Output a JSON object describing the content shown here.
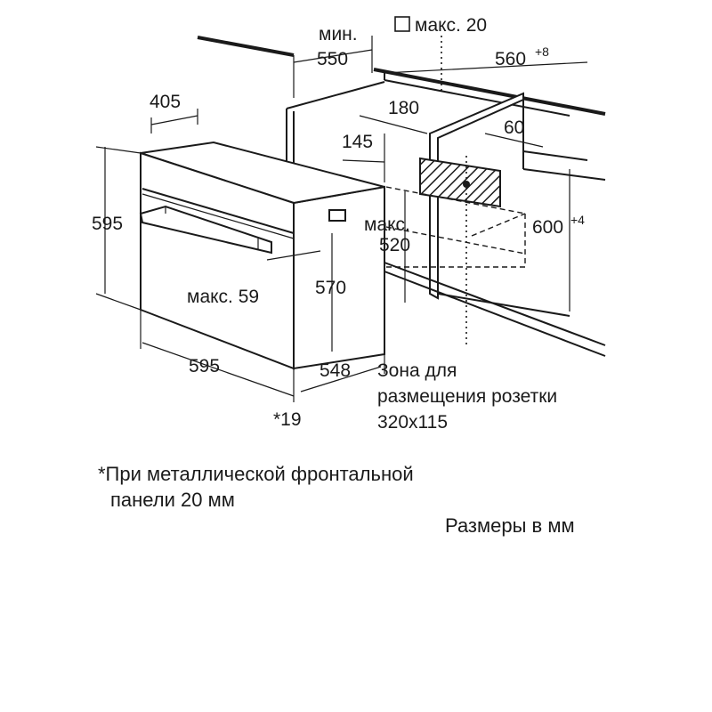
{
  "dimensions": {
    "min_label": "мин.",
    "min_value": "550",
    "max_label_top": "макс. 20",
    "depth_560": "560",
    "depth_560_tol": "+8",
    "top_405": "405",
    "d_180": "180",
    "d_145": "145",
    "d_60": "60",
    "height_595_left": "595",
    "height_600": "600",
    "height_600_tol": "+4",
    "max_520_label": "макс.",
    "max_520_value": "520",
    "max_59": "макс. 59",
    "h_570": "570",
    "width_595_bottom": "595",
    "depth_548": "548",
    "front_19": "*19"
  },
  "socket_zone": {
    "line1": "Зона для",
    "line2": "размещения розетки",
    "line3": "320x115"
  },
  "footnote": {
    "line1": "*При металлической фронтальной",
    "line2": "панели 20 мм"
  },
  "units_note": "Размеры в мм"
}
